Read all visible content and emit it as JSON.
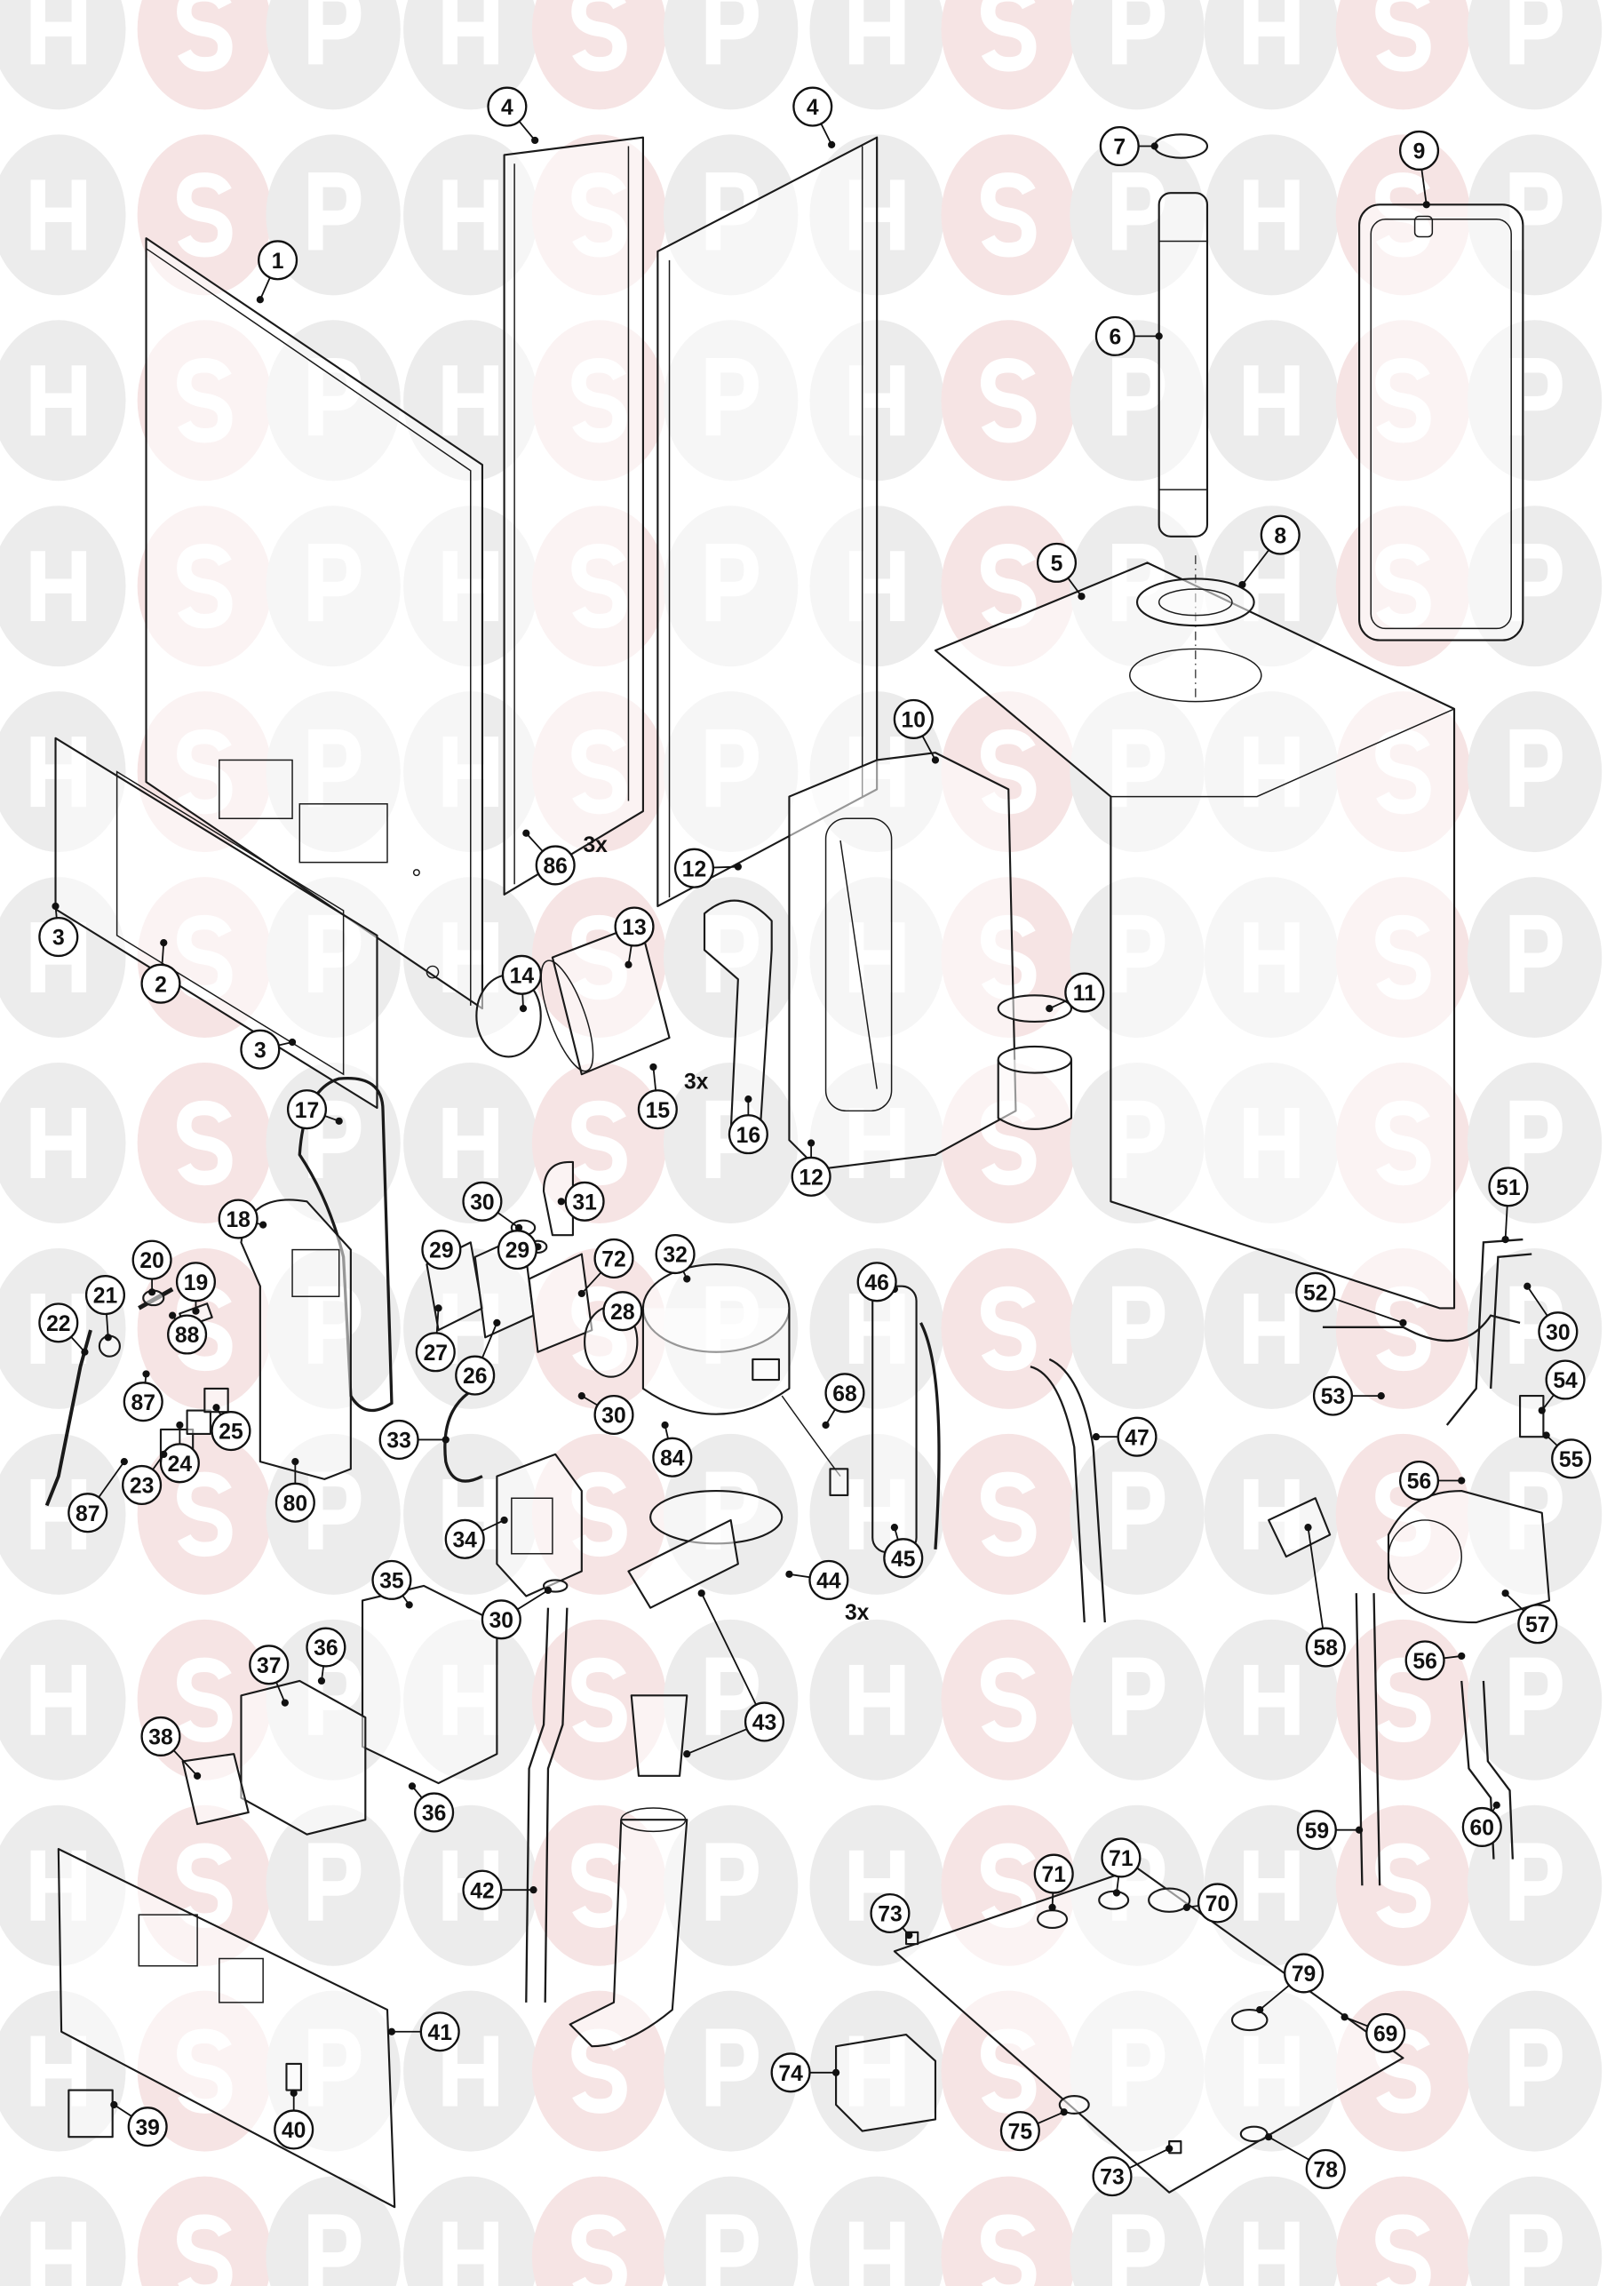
{
  "watermark": {
    "letters": [
      "H",
      "S",
      "P"
    ],
    "colors": {
      "circle": "#ececec",
      "accent_circle": "#f6e4e4",
      "letter": "#ffffff"
    }
  },
  "callouts": [
    {
      "label": "1"
    },
    {
      "label": "4"
    },
    {
      "label": "4"
    },
    {
      "label": "7"
    },
    {
      "label": "9"
    },
    {
      "label": "6"
    },
    {
      "label": "5"
    },
    {
      "label": "8"
    },
    {
      "label": "10"
    },
    {
      "label": "86"
    },
    {
      "label": "12"
    },
    {
      "label": "3"
    },
    {
      "label": "2"
    },
    {
      "label": "13"
    },
    {
      "label": "14"
    },
    {
      "label": "11"
    },
    {
      "label": "3"
    },
    {
      "label": "15"
    },
    {
      "label": "17"
    },
    {
      "label": "16"
    },
    {
      "label": "30"
    },
    {
      "label": "31"
    },
    {
      "label": "18"
    },
    {
      "label": "29"
    },
    {
      "label": "29"
    },
    {
      "label": "12"
    },
    {
      "label": "72"
    },
    {
      "label": "51"
    },
    {
      "label": "32"
    },
    {
      "label": "20"
    },
    {
      "label": "19"
    },
    {
      "label": "46"
    },
    {
      "label": "52"
    },
    {
      "label": "21"
    },
    {
      "label": "28"
    },
    {
      "label": "30"
    },
    {
      "label": "22"
    },
    {
      "label": "88"
    },
    {
      "label": "27"
    },
    {
      "label": "26"
    },
    {
      "label": "53"
    },
    {
      "label": "54"
    },
    {
      "label": "68"
    },
    {
      "label": "87"
    },
    {
      "label": "25"
    },
    {
      "label": "47"
    },
    {
      "label": "30"
    },
    {
      "label": "33"
    },
    {
      "label": "84"
    },
    {
      "label": "56"
    },
    {
      "label": "55"
    },
    {
      "label": "24"
    },
    {
      "label": "23"
    },
    {
      "label": "87"
    },
    {
      "label": "80"
    },
    {
      "label": "34"
    },
    {
      "label": "45"
    },
    {
      "label": "44"
    },
    {
      "label": "30"
    },
    {
      "label": "57"
    },
    {
      "label": "35"
    },
    {
      "label": "36"
    },
    {
      "label": "37"
    },
    {
      "label": "43"
    },
    {
      "label": "56"
    },
    {
      "label": "58"
    },
    {
      "label": "38"
    },
    {
      "label": "36"
    },
    {
      "label": "59"
    },
    {
      "label": "60"
    },
    {
      "label": "42"
    },
    {
      "label": "71"
    },
    {
      "label": "71"
    },
    {
      "label": "73"
    },
    {
      "label": "70"
    },
    {
      "label": "79"
    },
    {
      "label": "41"
    },
    {
      "label": "69"
    },
    {
      "label": "74"
    },
    {
      "label": "39"
    },
    {
      "label": "40"
    },
    {
      "label": "75"
    },
    {
      "label": "73"
    },
    {
      "label": "78"
    }
  ],
  "quantity_notes": [
    "3x",
    "3x",
    "3x"
  ],
  "colors": {
    "line": "#1a1a1a",
    "background": "#ffffff"
  }
}
